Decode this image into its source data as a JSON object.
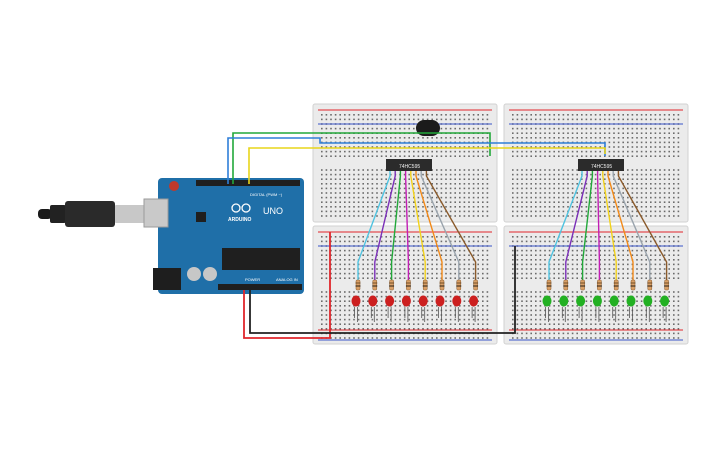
{
  "arduino": {
    "brand": "ARDUINO",
    "model": "UNO",
    "digital_label": "DIGITAL (PWM ~)",
    "power_label": "POWER",
    "analog_label": "ANALOG IN",
    "board_color": "#1f6fa8"
  },
  "shift_registers": [
    {
      "label": "74HC595"
    },
    {
      "label": "74HC595"
    }
  ],
  "led_banks": [
    {
      "color": "#cc1f1f",
      "count": 8
    },
    {
      "color": "#22b022",
      "count": 8
    }
  ],
  "wire_colors": [
    "#4fc3e0",
    "#7b2fb8",
    "#22a83a",
    "#c21fb5",
    "#f2d21a",
    "#f28a1a",
    "#9aa4ad",
    "#8a5a2b"
  ],
  "control_wire_colors": {
    "data": "#2f7fd8",
    "latch": "#22a83a",
    "clock": "#e8d51a",
    "power": "#e0262b",
    "ground": "#222222"
  },
  "capacitor": {
    "color": "#1b1b1b"
  }
}
